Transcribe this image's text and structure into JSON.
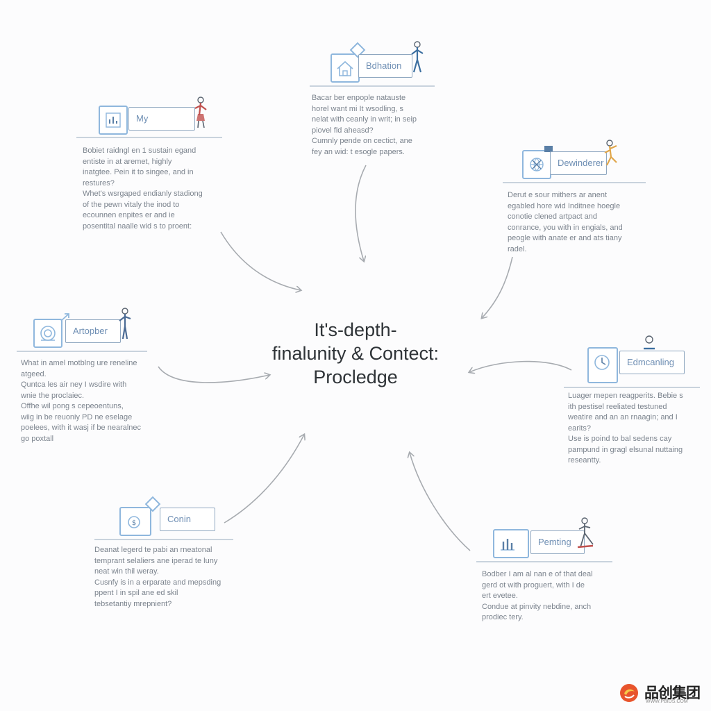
{
  "title": {
    "lines": [
      "It's-depth-",
      "finalunity & Contect:",
      "Procledge"
    ]
  },
  "nodes": [
    {
      "id": "top",
      "label": "Bdhation",
      "icon": "house-icon",
      "figure_color": "#3c6fa0",
      "paragraph": [
        "Bacar ber enpople natauste",
        "horel want mi It wsodling, s",
        "nelat with ceanly in writ; in seip",
        "piovel fld aheasd?",
        "Cumnly pende on cectict, ane",
        "fey an wid: t esogle papers."
      ]
    },
    {
      "id": "upper-left",
      "label": "My",
      "icon": "chart-icon",
      "figure_color": "#c0504d",
      "paragraph": [
        "Bobiet raidngl en 1 sustain egand",
        "entiste in at aremet, highly",
        "inatgtee. Pein it to singee, and in",
        "restures?",
        "Whet's wsrgaped endianly stadiong",
        "of the pewn vitaly the inod to",
        "ecounnen enpites er and ie",
        "posentital naalle wid s to proent:"
      ]
    },
    {
      "id": "upper-right",
      "label": "Dewinderer",
      "icon": "globe-icon",
      "figure_color": "#e0a64a",
      "paragraph": [
        "Derut e sour mithers ar anent",
        "egabled hore wid Inditnee hoegle",
        "conotie clened artpact and",
        "conrance, you with in engials, and",
        "peogle with anate er and ats tiany",
        "radel."
      ]
    },
    {
      "id": "left",
      "label": "Artopber",
      "icon": "target-icon",
      "figure_color": "#4a6a94",
      "paragraph": [
        "What in amel motblng ure reneline",
        "atgeed.",
        "Quntca les air ney I wsdire with",
        "wnie the proclaiec.",
        "Offhe wil pong s cepeoentuns,",
        "wiig in be reuoniy PD ne eselage",
        "poelees, with it wasj if be nearalnec",
        "go poxtall"
      ]
    },
    {
      "id": "right",
      "label": "Edmcanling",
      "icon": "clock-icon",
      "figure_color": "#3c6fa0",
      "paragraph": [
        "Luager mepen reagperits. Bebie s",
        "ith pestisel reeliated testuned",
        "weatire and an an rnaagin; and I",
        "earits?",
        "Use is poind to bal sedens cay",
        "pampund in gragl elsunal nuttaing",
        "reseantty."
      ]
    },
    {
      "id": "lower-left",
      "label": "Conin",
      "icon": "coin-icon",
      "figure_color": "#3c6fa0",
      "paragraph": [
        "Deanat legerd te pabi an rneatonal",
        "temprant selaliers ane iperad te luny",
        "neat win thil weray.",
        "Cusnfy is in a erparate and mepsding",
        "ppent I in spil ane ed skil",
        "tebsetantiy mrepnient?"
      ]
    },
    {
      "id": "lower-right",
      "label": "Pemting",
      "icon": "bar-chart-icon",
      "figure_color": "#c0504d",
      "paragraph": [
        "Bodber I am al nan e of that deal",
        "gerd ot with proguert, with I de",
        "ert evetee.",
        "Condue at pinvity nebdine, anch",
        "prodiec tery."
      ]
    }
  ],
  "watermark": {
    "text": "品创集团",
    "url": "WWW.PBIDS.COM"
  },
  "colors": {
    "accent": "#8fb7dd",
    "label_text": "#6f8fb4",
    "arrow": "#a7abb0",
    "title": "#2f3438"
  }
}
